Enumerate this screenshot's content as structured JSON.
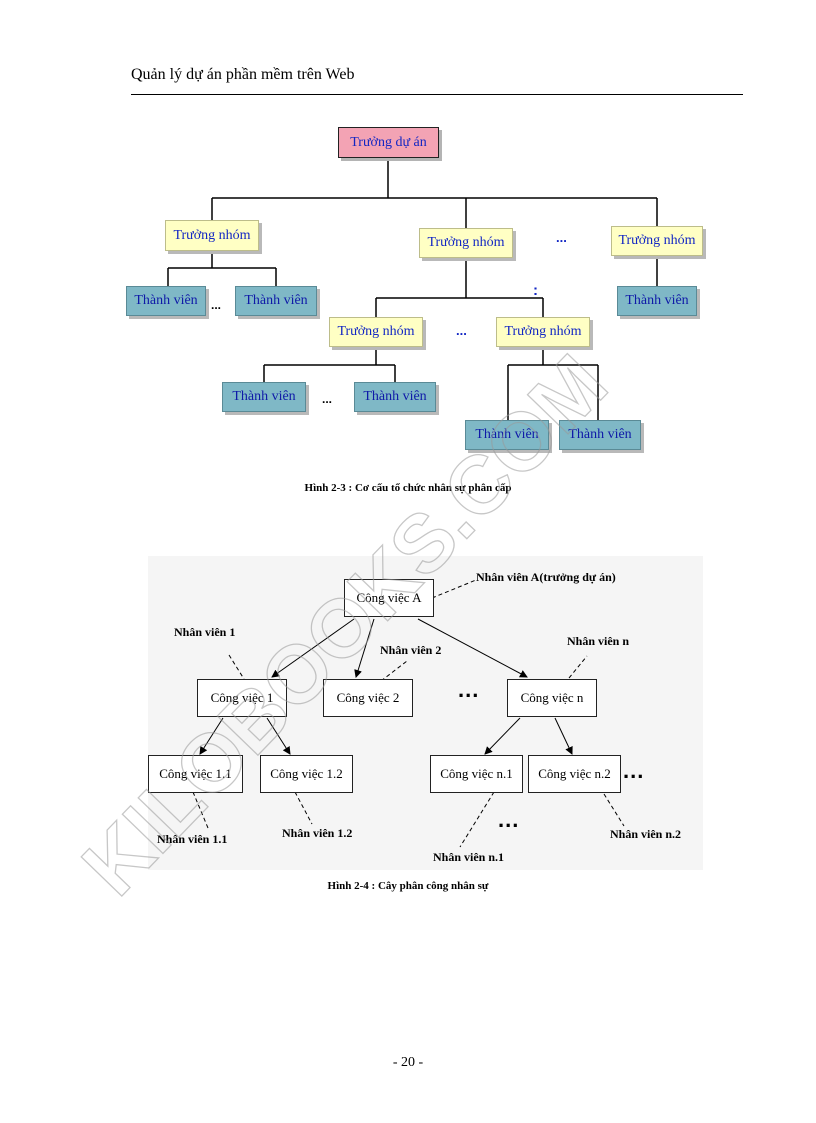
{
  "header": {
    "title": "Quản lý dự án phần mềm trên Web"
  },
  "figure1": {
    "lead": "Trưởng dự án",
    "group": "Trưởng nhóm",
    "member": "Thành viên",
    "ellipsis": "...",
    "colon": ":",
    "caption": "Hình 2-3 : Cơ cấu tổ chức nhân sự phân cấp"
  },
  "figure2": {
    "task_a": "Công việc A",
    "task_1": "Công việc 1",
    "task_2": "Công việc 2",
    "task_n": "Công việc n",
    "task_1_1": "Công việc 1.1",
    "task_1_2": "Công việc 1.2",
    "task_n_1": "Công việc n.1",
    "task_n_2": "Công việc n.2",
    "staff_a": "Nhân viên A(trưởng dự án)",
    "staff_1": "Nhân viên 1",
    "staff_2": "Nhân viên 2",
    "staff_n": "Nhân viên n",
    "staff_1_1": "Nhân viên 1.1",
    "staff_1_2": "Nhân viên 1.2",
    "staff_n_1": "Nhân viên n.1",
    "staff_n_2": "Nhân viên n.2",
    "ellipsis": "...",
    "caption": "Hình 2-4 : Cây phân công nhân sự"
  },
  "watermark": {
    "text": "KILOBOOKS.COM"
  },
  "footer": {
    "page_number": "- 20 -"
  }
}
